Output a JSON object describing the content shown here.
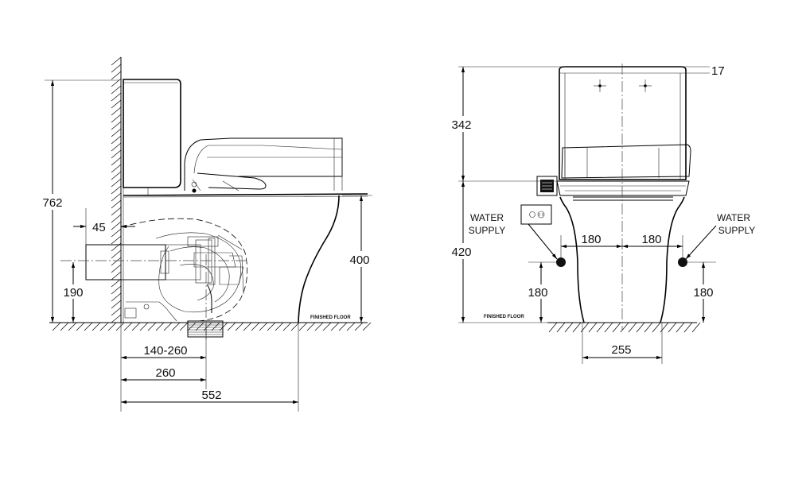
{
  "side_view": {
    "dims": {
      "height_total": "762",
      "wall_offset": "45",
      "outlet_height": "190",
      "rough_in_range": "140-260",
      "rough_in": "260",
      "depth_total": "552",
      "seat_height": "400"
    },
    "floor_label": "FINISHED FLOOR"
  },
  "front_view": {
    "dims": {
      "tank_lid": "17",
      "tank_height": "342",
      "bowl_height": "420",
      "supply_offset_left": "180",
      "supply_offset_right": "180",
      "supply_height_left": "180",
      "supply_height_right": "180",
      "base_width": "255"
    },
    "water_supply_left": [
      "WATER",
      "SUPPLY"
    ],
    "water_supply_right": [
      "WATER",
      "SUPPLY"
    ],
    "floor_label": "FINISHED FLOOR"
  }
}
